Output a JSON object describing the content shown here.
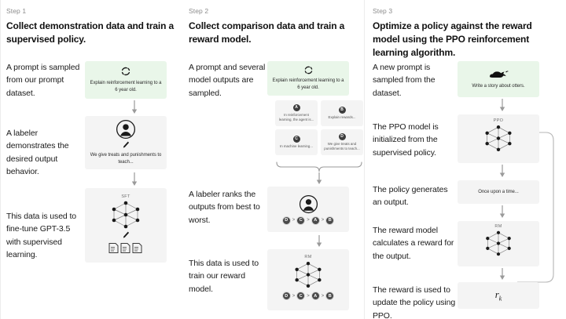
{
  "diagram": {
    "title": "RLHF three-step training diagram",
    "accent_green": "#e9f6e9",
    "box_gray": "#f4f4f4",
    "divider_color": "#ececec"
  },
  "steps": [
    {
      "label": "Step 1",
      "title": "Collect demonstration data and train a supervised policy.",
      "captions": [
        "A prompt is sampled from our prompt dataset.",
        "A labeler demonstrates the desired output behavior.",
        "This data is used to fine-tune GPT-3.5 with supervised learning."
      ],
      "prompt_box": "Explain reinforcement learning to a 6 year old.",
      "labeler_box": "We give treats and punishments to teach...",
      "model_tag": "SFT"
    },
    {
      "label": "Step 2",
      "title": "Collect comparison data and train a reward model.",
      "captions": [
        "A prompt and several model outputs are sampled.",
        "A labeler ranks the outputs from best to worst.",
        "This data is used to train our reward model."
      ],
      "prompt_box": "Explain reinforcement learning to a 6 year old.",
      "outputs": [
        {
          "id": "A",
          "text": "In reinforcement learning, the agent is..."
        },
        {
          "id": "B",
          "text": "Explain rewards..."
        },
        {
          "id": "C",
          "text": "In machine learning..."
        },
        {
          "id": "D",
          "text": "We give treats and punishments to teach..."
        }
      ],
      "ranking": [
        "D",
        "C",
        "A",
        "B"
      ],
      "ranking_separator": ">",
      "model_tag": "RM"
    },
    {
      "label": "Step 3",
      "title": "Optimize a policy against the reward model using the PPO reinforcement learning algorithm.",
      "captions": [
        "A new prompt is sampled from the dataset.",
        "The PPO model is initialized from the supervised policy.",
        "The policy generates an output.",
        "The reward model calculates a reward for the output.",
        "The reward is used to update the policy using PPO."
      ],
      "prompt_box": "Write a story about otters.",
      "ppo_tag": "PPO",
      "output_box": "Once upon a time...",
      "rm_tag": "RM",
      "reward_symbol": "r",
      "reward_subscript": "k"
    }
  ],
  "icons": {
    "refresh": "refresh-cycle-icon",
    "otter": "otter-icon",
    "person": "labeler-person-icon",
    "pencil": "pencil-icon",
    "documents": "documents-icon",
    "network": "neural-network-icon",
    "arrow_down": "arrow-down-icon",
    "brace": "curly-brace-icon",
    "feedback_loop": "feedback-loop-arrow-icon"
  }
}
